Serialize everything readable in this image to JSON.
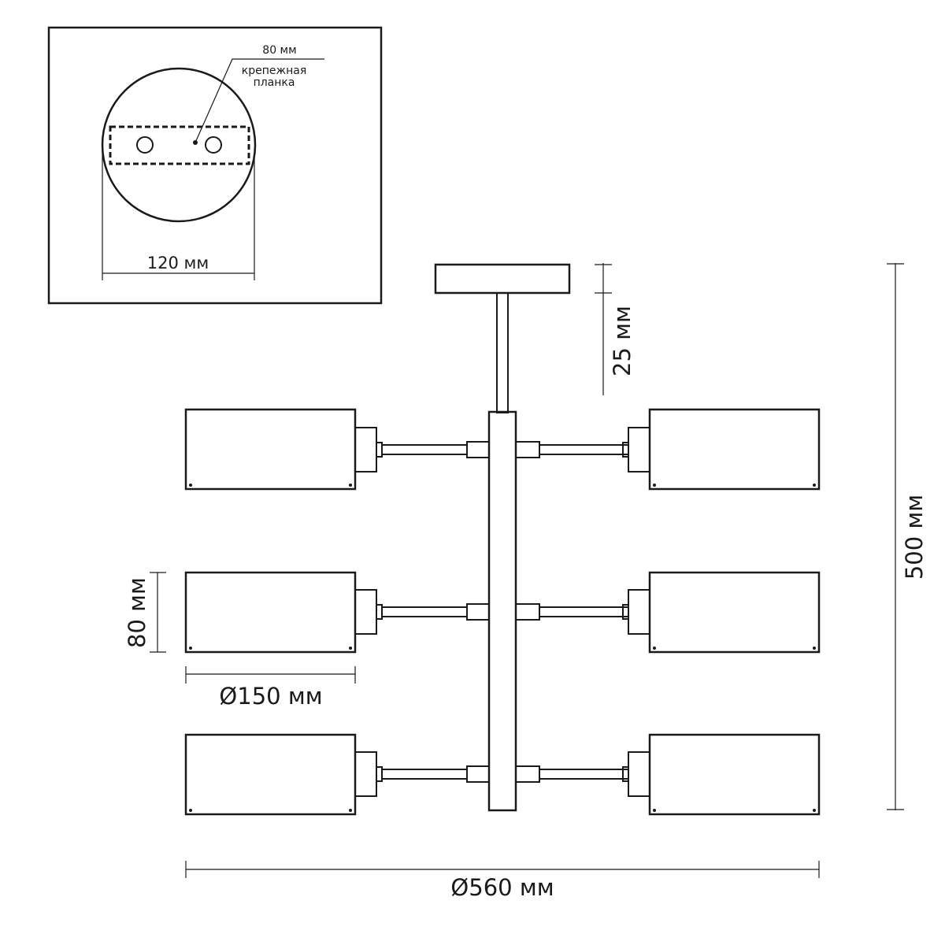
{
  "inset": {
    "plate_width_label": "80 мм",
    "bracket_label_line1": "крепежная",
    "bracket_label_line2": "планка",
    "canopy_diameter_label": "120 мм"
  },
  "dimensions": {
    "canopy_height_label": "25 мм",
    "total_height_label": "500 мм",
    "shade_height_label": "80 мм",
    "shade_diameter_label": "Ø150 мм",
    "overall_diameter_label": "Ø560 мм"
  }
}
